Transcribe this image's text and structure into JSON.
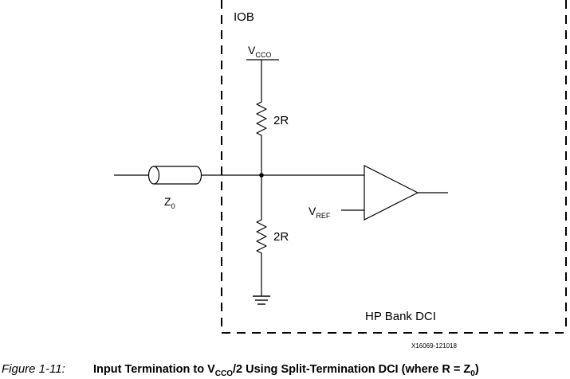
{
  "diagram": {
    "block_label": "IOB",
    "supply": {
      "base": "V",
      "sub": "CCO"
    },
    "top_resistor": "2R",
    "bottom_resistor": "2R",
    "line_impedance": {
      "base": "Z",
      "sub": "0"
    },
    "reference": {
      "base": "V",
      "sub": "REF"
    },
    "bank_label": "HP Bank DCI",
    "figure_id": "X16069-121018"
  },
  "caption": {
    "prefix": "Figure 1-11:",
    "part1": "Input Termination to V",
    "sub1": "CCO",
    "part2": "/2 Using Split-Termination DCI (where R = Z",
    "sub2": "0",
    "part3": ")"
  }
}
